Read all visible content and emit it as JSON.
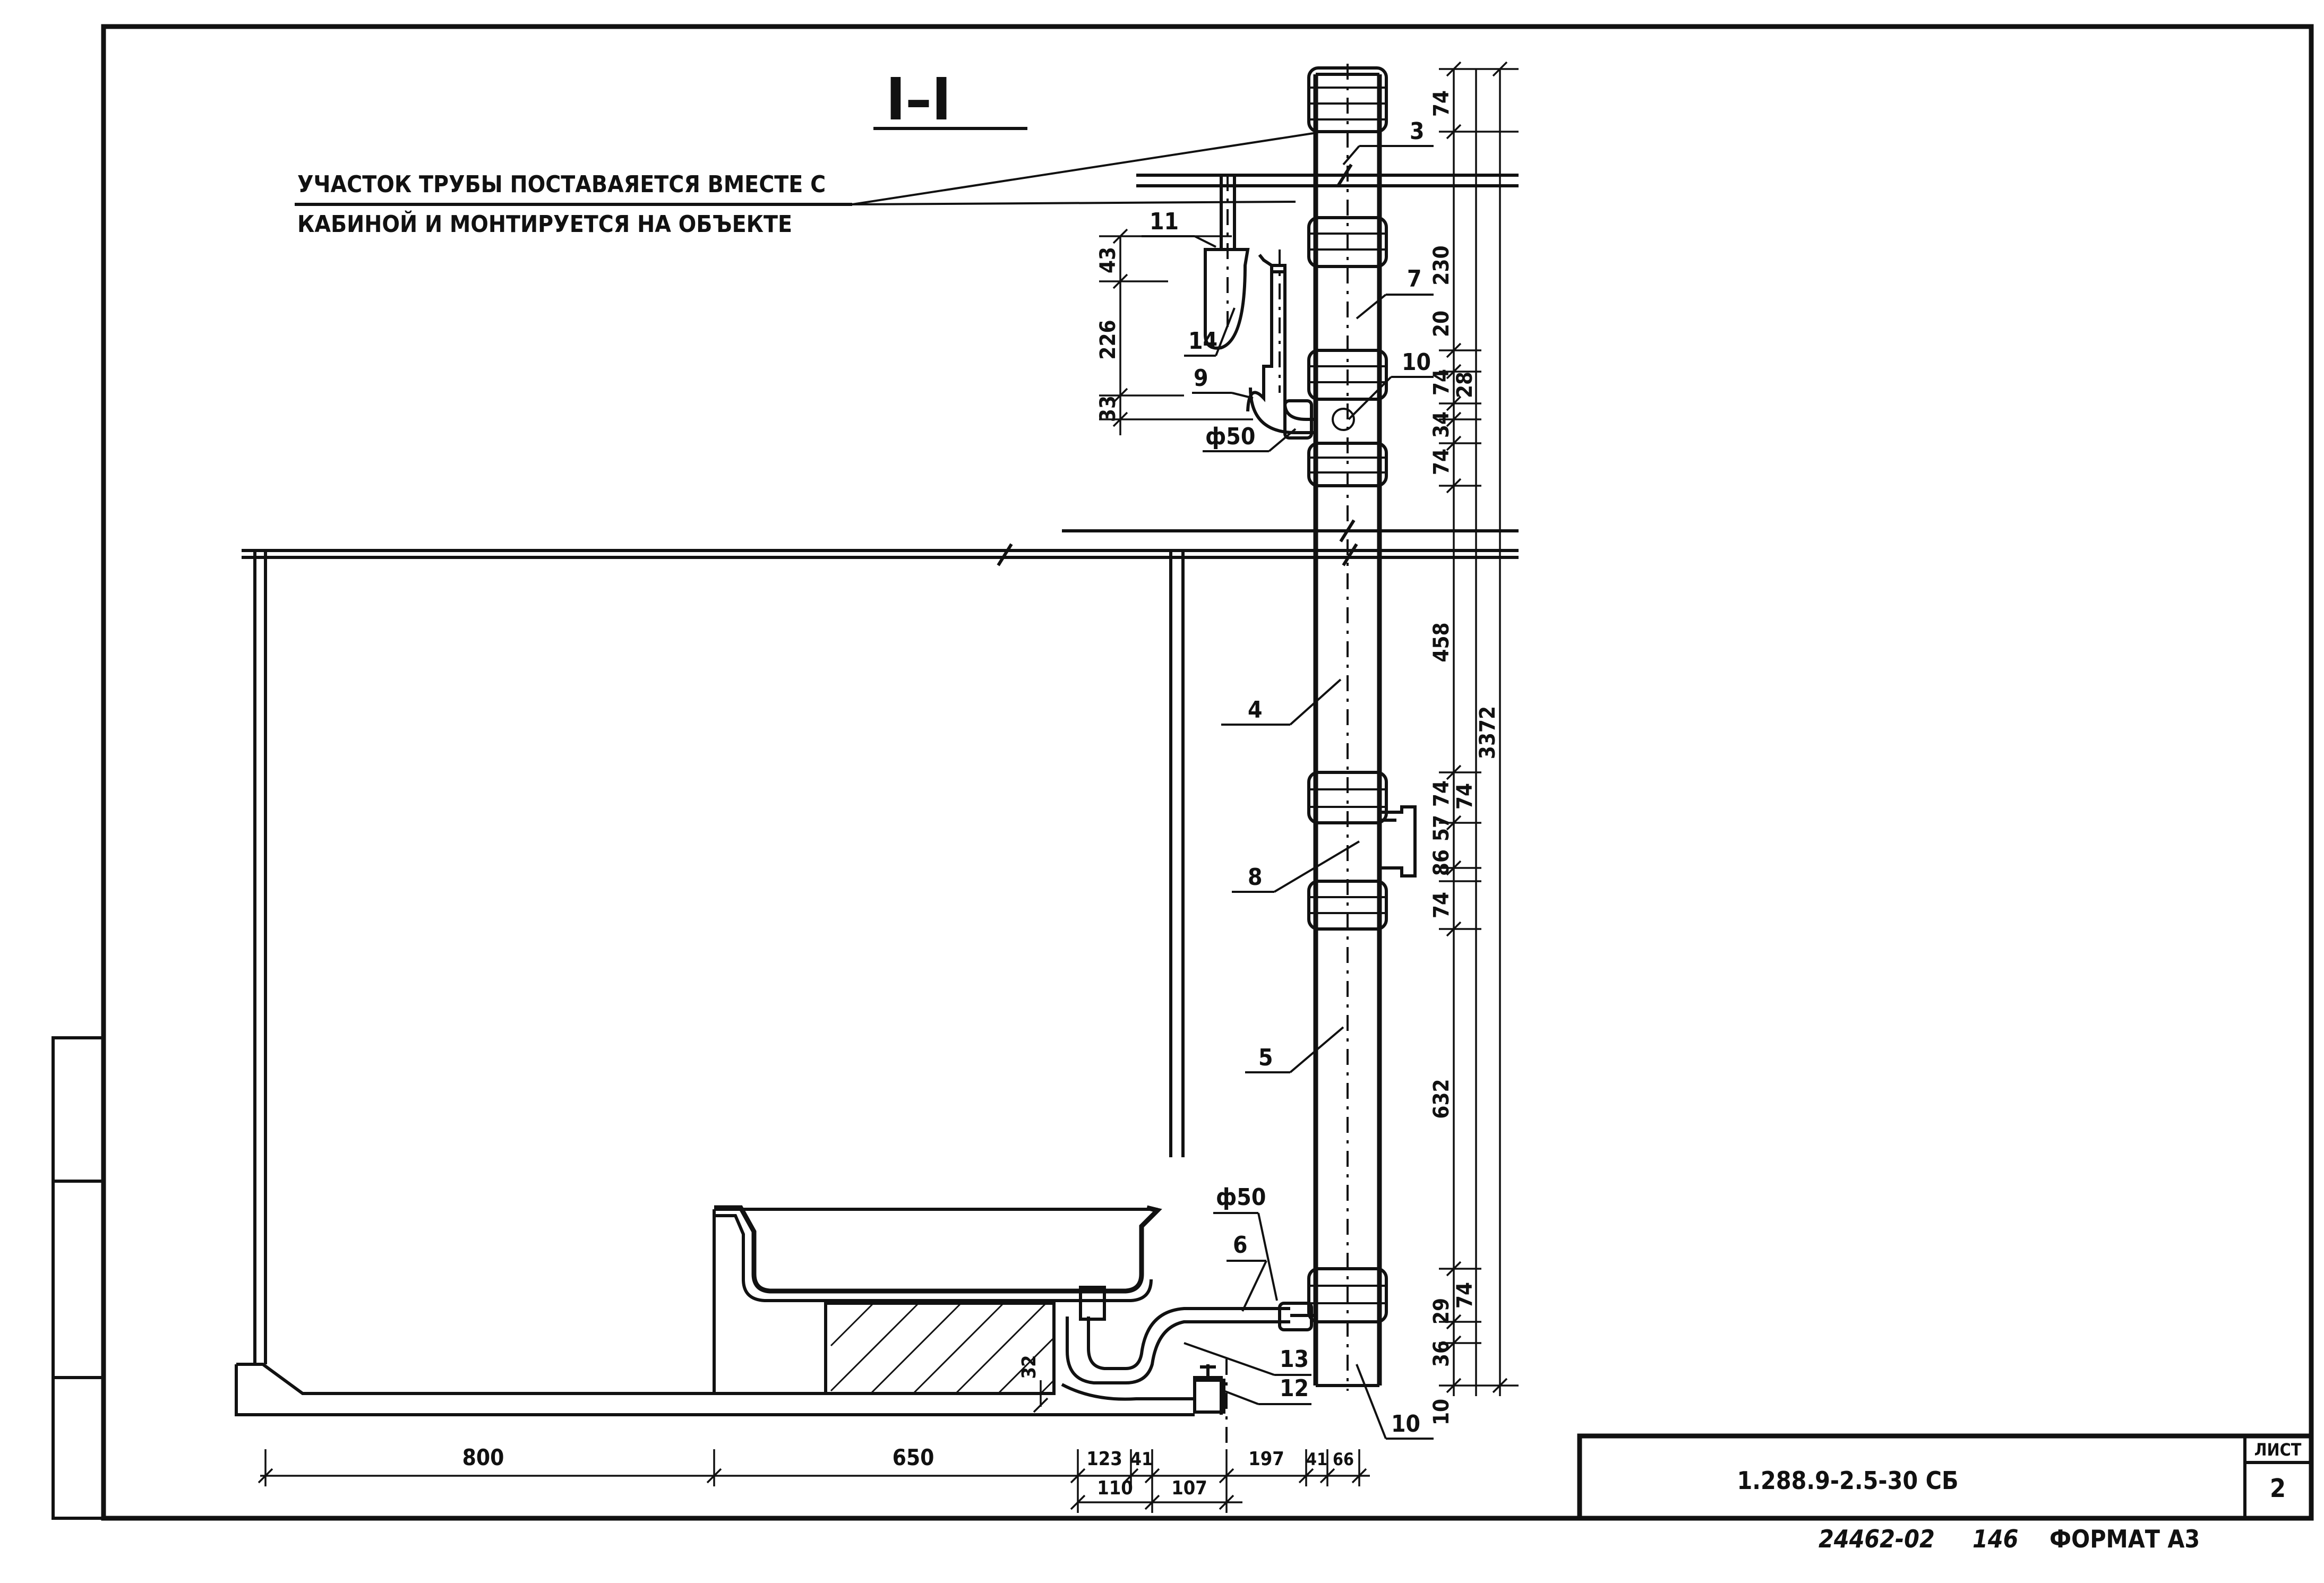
{
  "section_title": "I–I",
  "note": {
    "line1": "УЧАСТОК ТРУБЫ ПОСТАВАЯЕТСЯ ВМЕСТЕ С",
    "line2": "КАБИНОЙ И МОНТИРУЕТСЯ НА ОБЪЕКТЕ"
  },
  "callouts": {
    "c3": "3",
    "c4": "4",
    "c5": "5",
    "c6": "6",
    "c7": "7",
    "c8": "8",
    "c9": "9",
    "c10a": "10",
    "c10b": "10",
    "c11": "11",
    "c12": "12",
    "c13": "13",
    "c14": "14",
    "d50_upper": "ф50",
    "d50_lower": "ф50"
  },
  "dims_vertical_right": {
    "d74a": "74",
    "d230": "230",
    "d20": "20",
    "d74b": "74",
    "d28": "28",
    "d34": "34",
    "d74c": "74",
    "d458": "458",
    "d74d": "74",
    "d57": "57",
    "d74e": "74",
    "d86": "86",
    "d74f": "74",
    "d632": "632",
    "d74g": "74",
    "d29": "29",
    "d36": "36",
    "d10": "10",
    "total": "3372"
  },
  "dims_vertical_left": {
    "d43": "43",
    "d226": "226",
    "d33": "33",
    "d32": "32"
  },
  "dims_horizontal": {
    "d800": "800",
    "d650": "650",
    "d123": "123",
    "d41a": "41",
    "d197": "197",
    "d41b": "41",
    "d66": "66",
    "d110": "110",
    "d107": "107"
  },
  "title_block": {
    "code": "1.288.9-2.5-30 СБ",
    "sheet_label": "ЛИСТ",
    "sheet_number": "2"
  },
  "footer": {
    "doc_number": "24462-02",
    "page": "146",
    "format": "ФОРМАТ А3"
  }
}
